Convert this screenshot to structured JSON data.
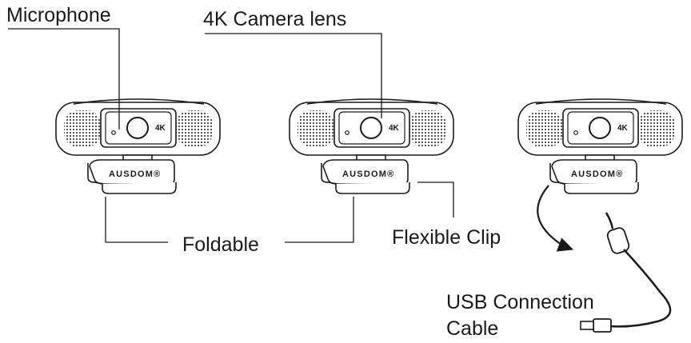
{
  "labels": {
    "microphone": "Microphone",
    "camera_lens": "4K Camera lens",
    "foldable": "Foldable",
    "flexible_clip": "Flexible Clip",
    "usb_line1": "USB Connection",
    "usb_line2": "Cable"
  },
  "webcams": [
    {
      "brand": "AUSDOM",
      "resolution_badge": "4K",
      "registered_mark": "®"
    },
    {
      "brand": "AUSDOM",
      "resolution_badge": "4K",
      "registered_mark": "®"
    },
    {
      "brand": "AUSDOM",
      "resolution_badge": "4K",
      "registered_mark": "®"
    }
  ],
  "colors": {
    "ink": "#1a1a1a",
    "background": "#ffffff"
  }
}
